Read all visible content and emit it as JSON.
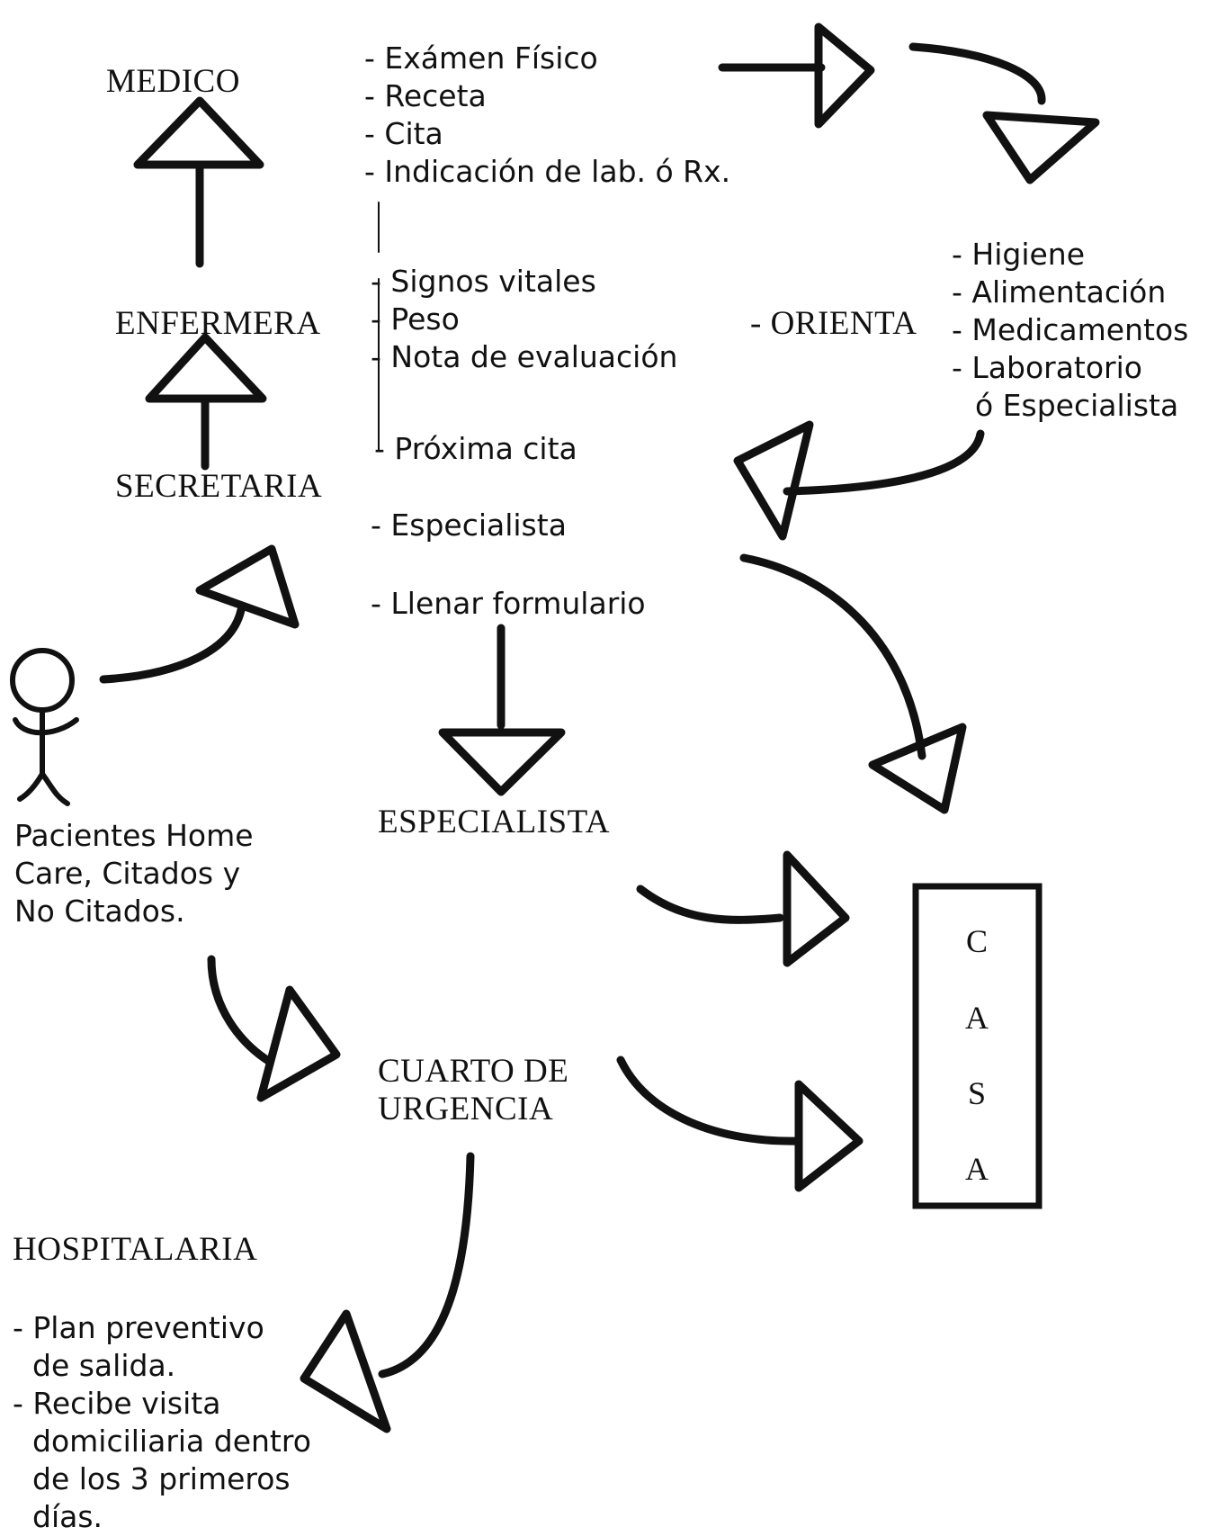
{
  "nodes": {
    "medico": "MEDICO",
    "enfermera": "ENFERMERA",
    "secretaria": "SECRETARIA",
    "orienta": "- ORIENTA",
    "especialista": "ESPECIALISTA",
    "cuarto_line1": "CUARTO DE",
    "cuarto_line2": "URGENCIA",
    "hospitalaria": "HOSPITALARIA"
  },
  "medico_tasks": [
    "- Exámen Físico",
    "- Receta",
    "- Cita",
    "- Indicación de lab. ó Rx."
  ],
  "enfermera_tasks": [
    "- Signos vitales",
    "- Peso",
    "- Nota de evaluación"
  ],
  "secretaria_tasks": [
    "- Próxima cita",
    "- Especialista",
    "- Llenar formulario"
  ],
  "orienta_items": [
    "- Higiene",
    "- Alimentación",
    "- Medicamentos",
    "- Laboratorio",
    "ó Especialista"
  ],
  "patients": [
    "Pacientes Home",
    "Care, Citados y",
    "No Citados."
  ],
  "hospital_items": [
    "- Plan preventivo",
    "de salida.",
    "- Recibe visita",
    "domiciliaria dentro",
    "de los 3 primeros",
    "días."
  ],
  "casa_letters": [
    "C",
    "A",
    "S",
    "A"
  ]
}
